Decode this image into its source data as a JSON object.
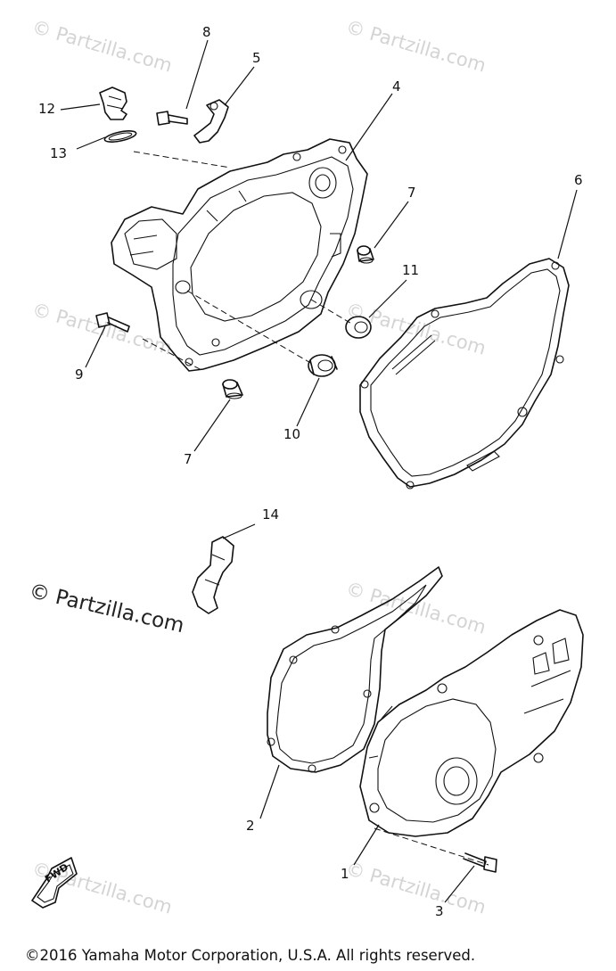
{
  "watermarks": {
    "text": "© Partzilla.com"
  },
  "brand": {
    "text": "© Partzilla.com"
  },
  "callouts": {
    "c1": "1",
    "c2": "2",
    "c3": "3",
    "c4": "4",
    "c5": "5",
    "c6": "6",
    "c7a": "7",
    "c7b": "7",
    "c8": "8",
    "c9": "9",
    "c10": "10",
    "c11": "11",
    "c12": "12",
    "c13": "13",
    "c14": "14"
  },
  "fwd_label": "FWD",
  "copyright": "©2016 Yamaha Motor Corporation, U.S.A. All rights reserved."
}
